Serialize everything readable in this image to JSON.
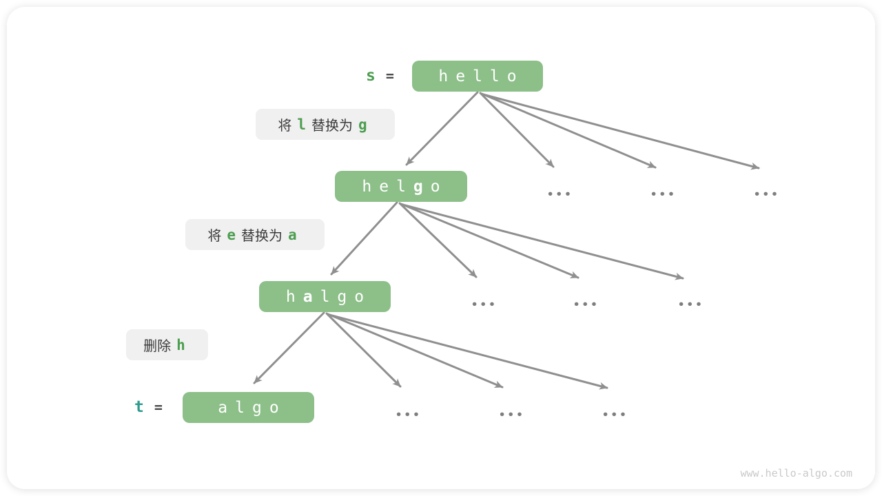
{
  "colors": {
    "node_green": "#8DBF89",
    "code_green": "#4C9E50",
    "teal": "#2F9B8F",
    "text_dark": "#3B3B3B",
    "equals_gray": "#4A4A4A",
    "label_bg": "#F0F0F0",
    "arrow": "#8F8F8F",
    "dots": "#7E7E7E",
    "watermark": "#C9C9C9"
  },
  "diagram": {
    "variables": {
      "s": {
        "name": "s",
        "eq": "="
      },
      "t": {
        "name": "t",
        "eq": "="
      }
    },
    "nodes": {
      "hello": {
        "letters": [
          "h",
          "e",
          "l",
          "l",
          "o"
        ],
        "bold_index": -1
      },
      "helgo": {
        "letters": [
          "h",
          "e",
          "l",
          "g",
          "o"
        ],
        "bold_index": 3
      },
      "halgo": {
        "letters": [
          "h",
          "a",
          "l",
          "g",
          "o"
        ],
        "bold_index": 1
      },
      "algo": {
        "letters": [
          "a",
          "l",
          "g",
          "o"
        ],
        "bold_index": -1
      }
    },
    "operations": [
      {
        "parts": [
          {
            "text": "将",
            "type": "plain"
          },
          {
            "text": "l",
            "type": "code"
          },
          {
            "text": "替换为",
            "type": "plain"
          },
          {
            "text": "g",
            "type": "code"
          }
        ]
      },
      {
        "parts": [
          {
            "text": "将",
            "type": "plain"
          },
          {
            "text": "e",
            "type": "code"
          },
          {
            "text": "替换为",
            "type": "plain"
          },
          {
            "text": "a",
            "type": "code"
          }
        ]
      },
      {
        "parts": [
          {
            "text": "删除",
            "type": "plain"
          },
          {
            "text": "h",
            "type": "code"
          }
        ]
      }
    ],
    "ellipsis": "•••"
  },
  "watermark": "www.hello-algo.com"
}
